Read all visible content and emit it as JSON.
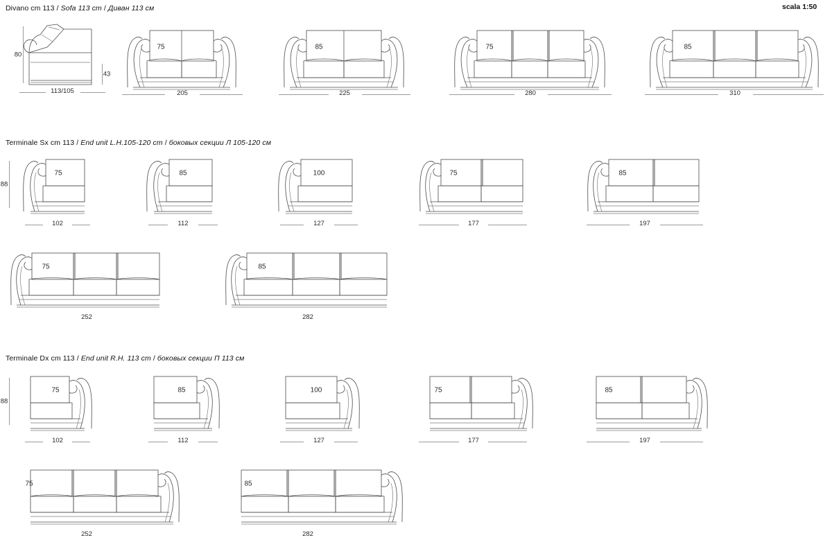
{
  "sheet": {
    "scale_note": "scala 1:50"
  },
  "sections": [
    {
      "id": "divano",
      "title_it": "Divano cm 113",
      "title_en": "Sofa 113 cm",
      "title_ru": "Диван 113 см",
      "title_full": "Divano cm 113 / Sofa 113 cm / Диван 113 см",
      "items": [
        {
          "name": "side-elevation",
          "type": "side-view",
          "height_label": "80",
          "seat_height_label": "43",
          "width_label": "113/105"
        },
        {
          "name": "sofa-2seat-75",
          "type": "sofa",
          "seats": 2,
          "arms": "both",
          "cushion_label": "75",
          "width_label": "205"
        },
        {
          "name": "sofa-2seat-85",
          "type": "sofa",
          "seats": 2,
          "arms": "both",
          "cushion_label": "85",
          "width_label": "225"
        },
        {
          "name": "sofa-3seat-75",
          "type": "sofa",
          "seats": 3,
          "arms": "both",
          "cushion_label": "75",
          "width_label": "280"
        },
        {
          "name": "sofa-3seat-85",
          "type": "sofa",
          "seats": 3,
          "arms": "both",
          "cushion_label": "85",
          "width_label": "310"
        }
      ]
    },
    {
      "id": "terminale-sx",
      "title_it": "Terminale Sx cm 113",
      "title_en": "End unit L.H.105-120 cm",
      "title_ru": "боковых секции Л 105-120 см",
      "title_full": "Terminale Sx cm 113 / End unit L.H.105-120 cm / боковых секции Л 105-120 см",
      "height_label": "88",
      "items": [
        {
          "name": "end-lh-1seat-75",
          "type": "end-lh",
          "seats": 1,
          "arms": "left",
          "cushion_label": "75",
          "width_label": "102"
        },
        {
          "name": "end-lh-1seat-85",
          "type": "end-lh",
          "seats": 1,
          "arms": "left",
          "cushion_label": "85",
          "width_label": "112"
        },
        {
          "name": "end-lh-1seat-100",
          "type": "end-lh",
          "seats": 1,
          "arms": "left",
          "cushion_label": "100",
          "width_label": "127"
        },
        {
          "name": "end-lh-2seat-75",
          "type": "end-lh",
          "seats": 2,
          "arms": "left",
          "cushion_label": "75",
          "width_label": "177"
        },
        {
          "name": "end-lh-2seat-85",
          "type": "end-lh",
          "seats": 2,
          "arms": "left",
          "cushion_label": "85",
          "width_label": "197"
        },
        {
          "name": "end-lh-3seat-75",
          "type": "end-lh",
          "seats": 3,
          "arms": "left",
          "cushion_label": "75",
          "width_label": "252"
        },
        {
          "name": "end-lh-3seat-85",
          "type": "end-lh",
          "seats": 3,
          "arms": "left",
          "cushion_label": "85",
          "width_label": "282"
        }
      ]
    },
    {
      "id": "terminale-dx",
      "title_it": "Terminale Dx cm 113",
      "title_en": "End unit R.H. 113 cm",
      "title_ru": "боковых секции П 113 см",
      "title_full": "Terminale Dx cm 113 / End unit R.H. 113 cm / боковых секции П 113 см",
      "height_label": "88",
      "items": [
        {
          "name": "end-rh-1seat-75",
          "type": "end-rh",
          "seats": 1,
          "arms": "right",
          "cushion_label": "75",
          "width_label": "102"
        },
        {
          "name": "end-rh-1seat-85",
          "type": "end-rh",
          "seats": 1,
          "arms": "right",
          "cushion_label": "85",
          "width_label": "112"
        },
        {
          "name": "end-rh-1seat-100",
          "type": "end-rh",
          "seats": 1,
          "arms": "right",
          "cushion_label": "100",
          "width_label": "127"
        },
        {
          "name": "end-rh-2seat-75",
          "type": "end-rh",
          "seats": 2,
          "arms": "right",
          "cushion_label": "75",
          "width_label": "177"
        },
        {
          "name": "end-rh-2seat-85",
          "type": "end-rh",
          "seats": 2,
          "arms": "right",
          "cushion_label": "85",
          "width_label": "197"
        },
        {
          "name": "end-rh-3seat-75",
          "type": "end-rh",
          "seats": 3,
          "arms": "right",
          "cushion_label": "75",
          "width_label": "252"
        },
        {
          "name": "end-rh-3seat-85",
          "type": "end-rh",
          "seats": 3,
          "arms": "right",
          "cushion_label": "85",
          "width_label": "282"
        }
      ]
    }
  ],
  "colors": {
    "line": "#4a4a4a",
    "line_light": "#7d7d7d",
    "dimension": "#9a9a9a",
    "text": "#1a1a1a",
    "background": "#ffffff"
  }
}
